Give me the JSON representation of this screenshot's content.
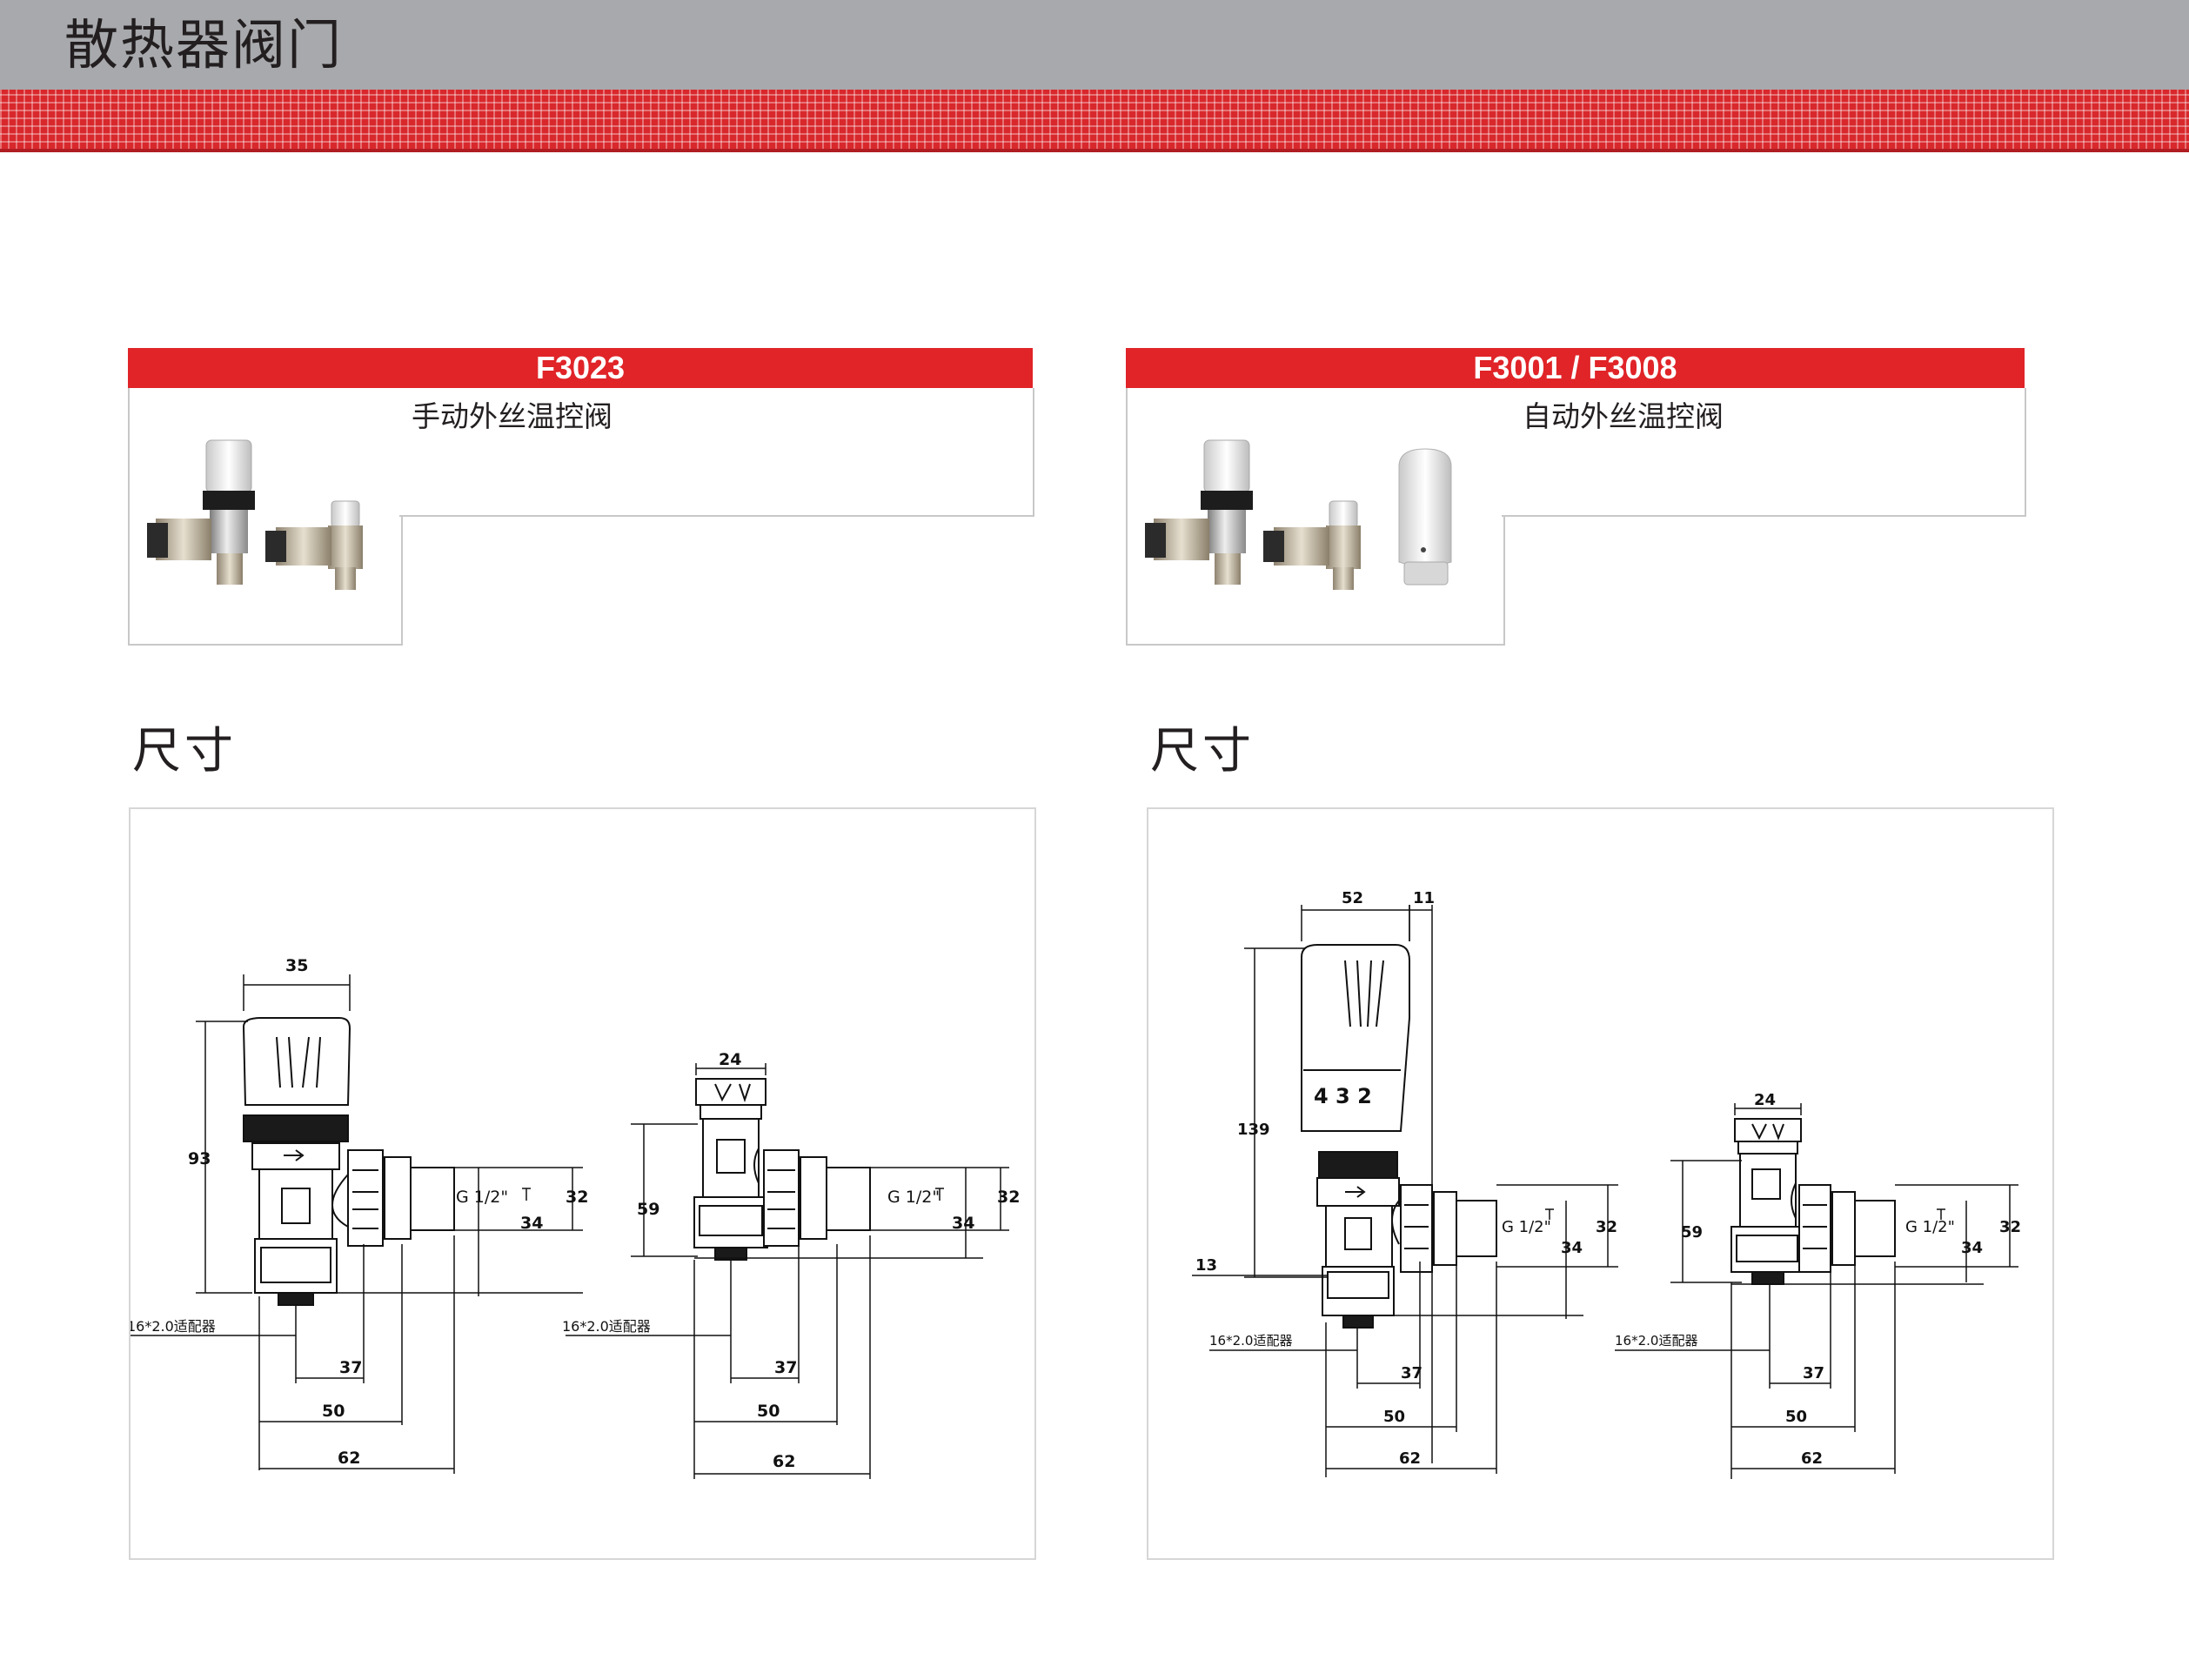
{
  "page": {
    "title": "散热器阀门"
  },
  "products": [
    {
      "code": "F3023",
      "description": "手动外丝温控阀"
    },
    {
      "code": "F3001 / F3008",
      "description": "自动外丝温控阀"
    }
  ],
  "sections": [
    {
      "title": "尺寸"
    },
    {
      "title": "尺寸"
    }
  ],
  "dimensions": {
    "left_drawing": {
      "valve_a": {
        "top_width": "35",
        "height": "93",
        "thread": "G 1/2\"",
        "d32": "32",
        "d34": "34",
        "adapter": "16*2.0适配器",
        "w37": "37",
        "w50": "50",
        "w62": "62"
      },
      "valve_b": {
        "top_width": "24",
        "height": "59",
        "thread": "G 1/2\"",
        "d32": "32",
        "d34": "34",
        "adapter": "16*2.0适配器",
        "w37": "37",
        "w50": "50",
        "w62": "62"
      }
    },
    "right_drawing": {
      "valve_a": {
        "head_width": "52",
        "offset": "11",
        "height": "139",
        "base": "13",
        "dial": "4 3 2",
        "thread": "G 1/2\"",
        "d32": "32",
        "d34": "34",
        "adapter": "16*2.0适配器",
        "w37": "37",
        "w50": "50",
        "w62": "62"
      },
      "valve_b": {
        "top_width": "24",
        "height": "59",
        "thread": "G 1/2\"",
        "d32": "32",
        "d34": "34",
        "adapter": "16*2.0适配器",
        "w37": "37",
        "w50": "50",
        "w62": "62"
      }
    }
  },
  "colors": {
    "accent_red": "#e02428",
    "header_gray": "#a7a9ac",
    "text": "#231f20"
  }
}
